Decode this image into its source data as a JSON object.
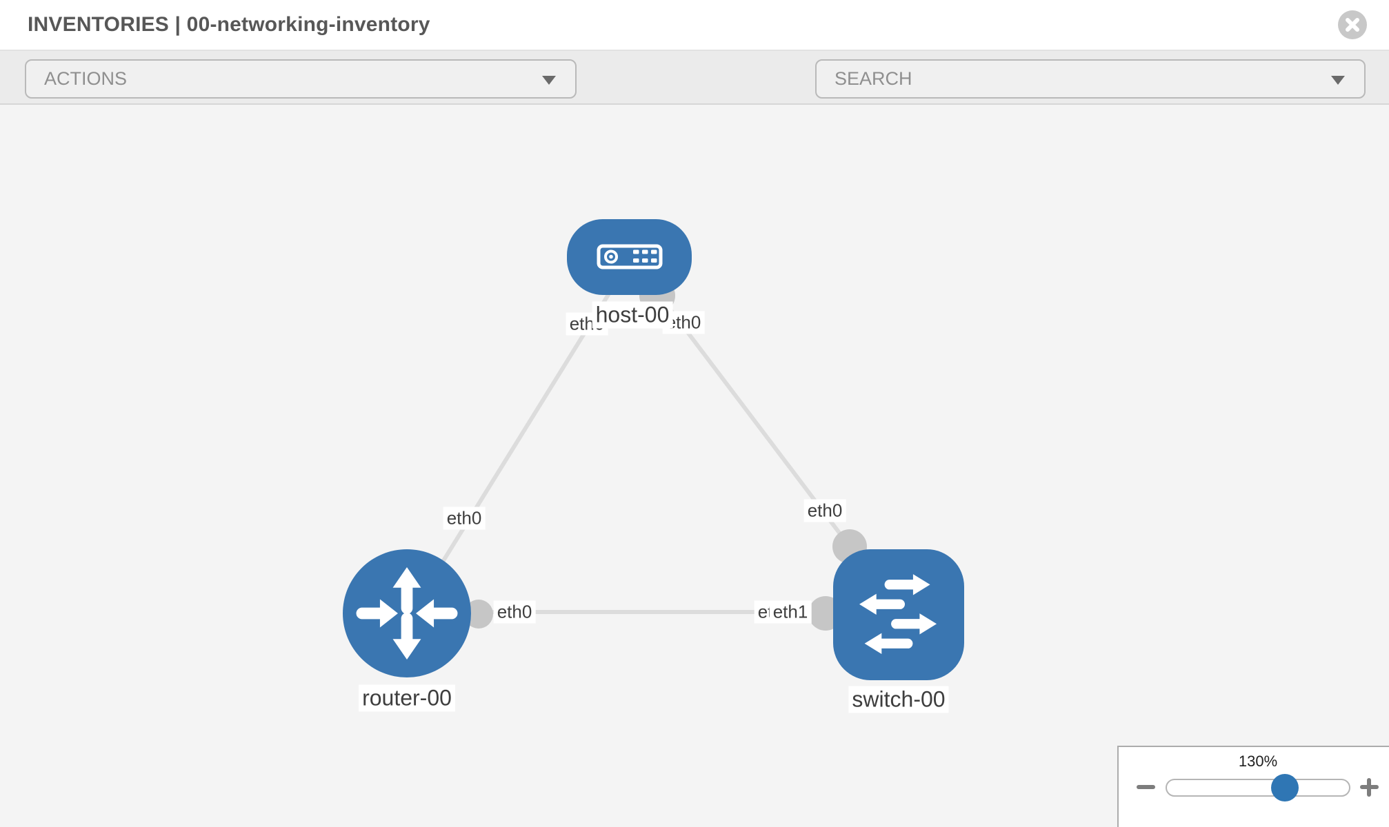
{
  "header": {
    "title": "INVENTORIES | 00-networking-inventory"
  },
  "toolbar": {
    "actions_label": "ACTIONS",
    "search_placeholder": "SEARCH",
    "icons": [
      "wrench-icon",
      "key-icon"
    ]
  },
  "topology": {
    "nodes": {
      "host": {
        "label": "host-00",
        "type": "host"
      },
      "router": {
        "label": "router-00",
        "type": "router"
      },
      "switch": {
        "label": "switch-00",
        "type": "switch"
      }
    },
    "interfaces": {
      "host_side_left": "eth0",
      "host_side_right": "eth0",
      "link_host_router_mid": "eth0",
      "router_side": "eth0",
      "switch_side_back": "eth0",
      "switch_side_front": "eth1",
      "switch_side_top": "eth0"
    },
    "links": [
      {
        "from": "host-00",
        "to": "router-00"
      },
      {
        "from": "host-00",
        "to": "switch-00"
      },
      {
        "from": "router-00",
        "to": "switch-00"
      }
    ]
  },
  "zoom_control": {
    "value": "130%"
  },
  "colors": {
    "node_blue": "#3a76b1",
    "link_gray": "#dcdcdc",
    "connector_gray": "#c6c6c6",
    "slider_thumb_blue": "#2f76b4",
    "toolbar_gray": "#ebebeb"
  }
}
